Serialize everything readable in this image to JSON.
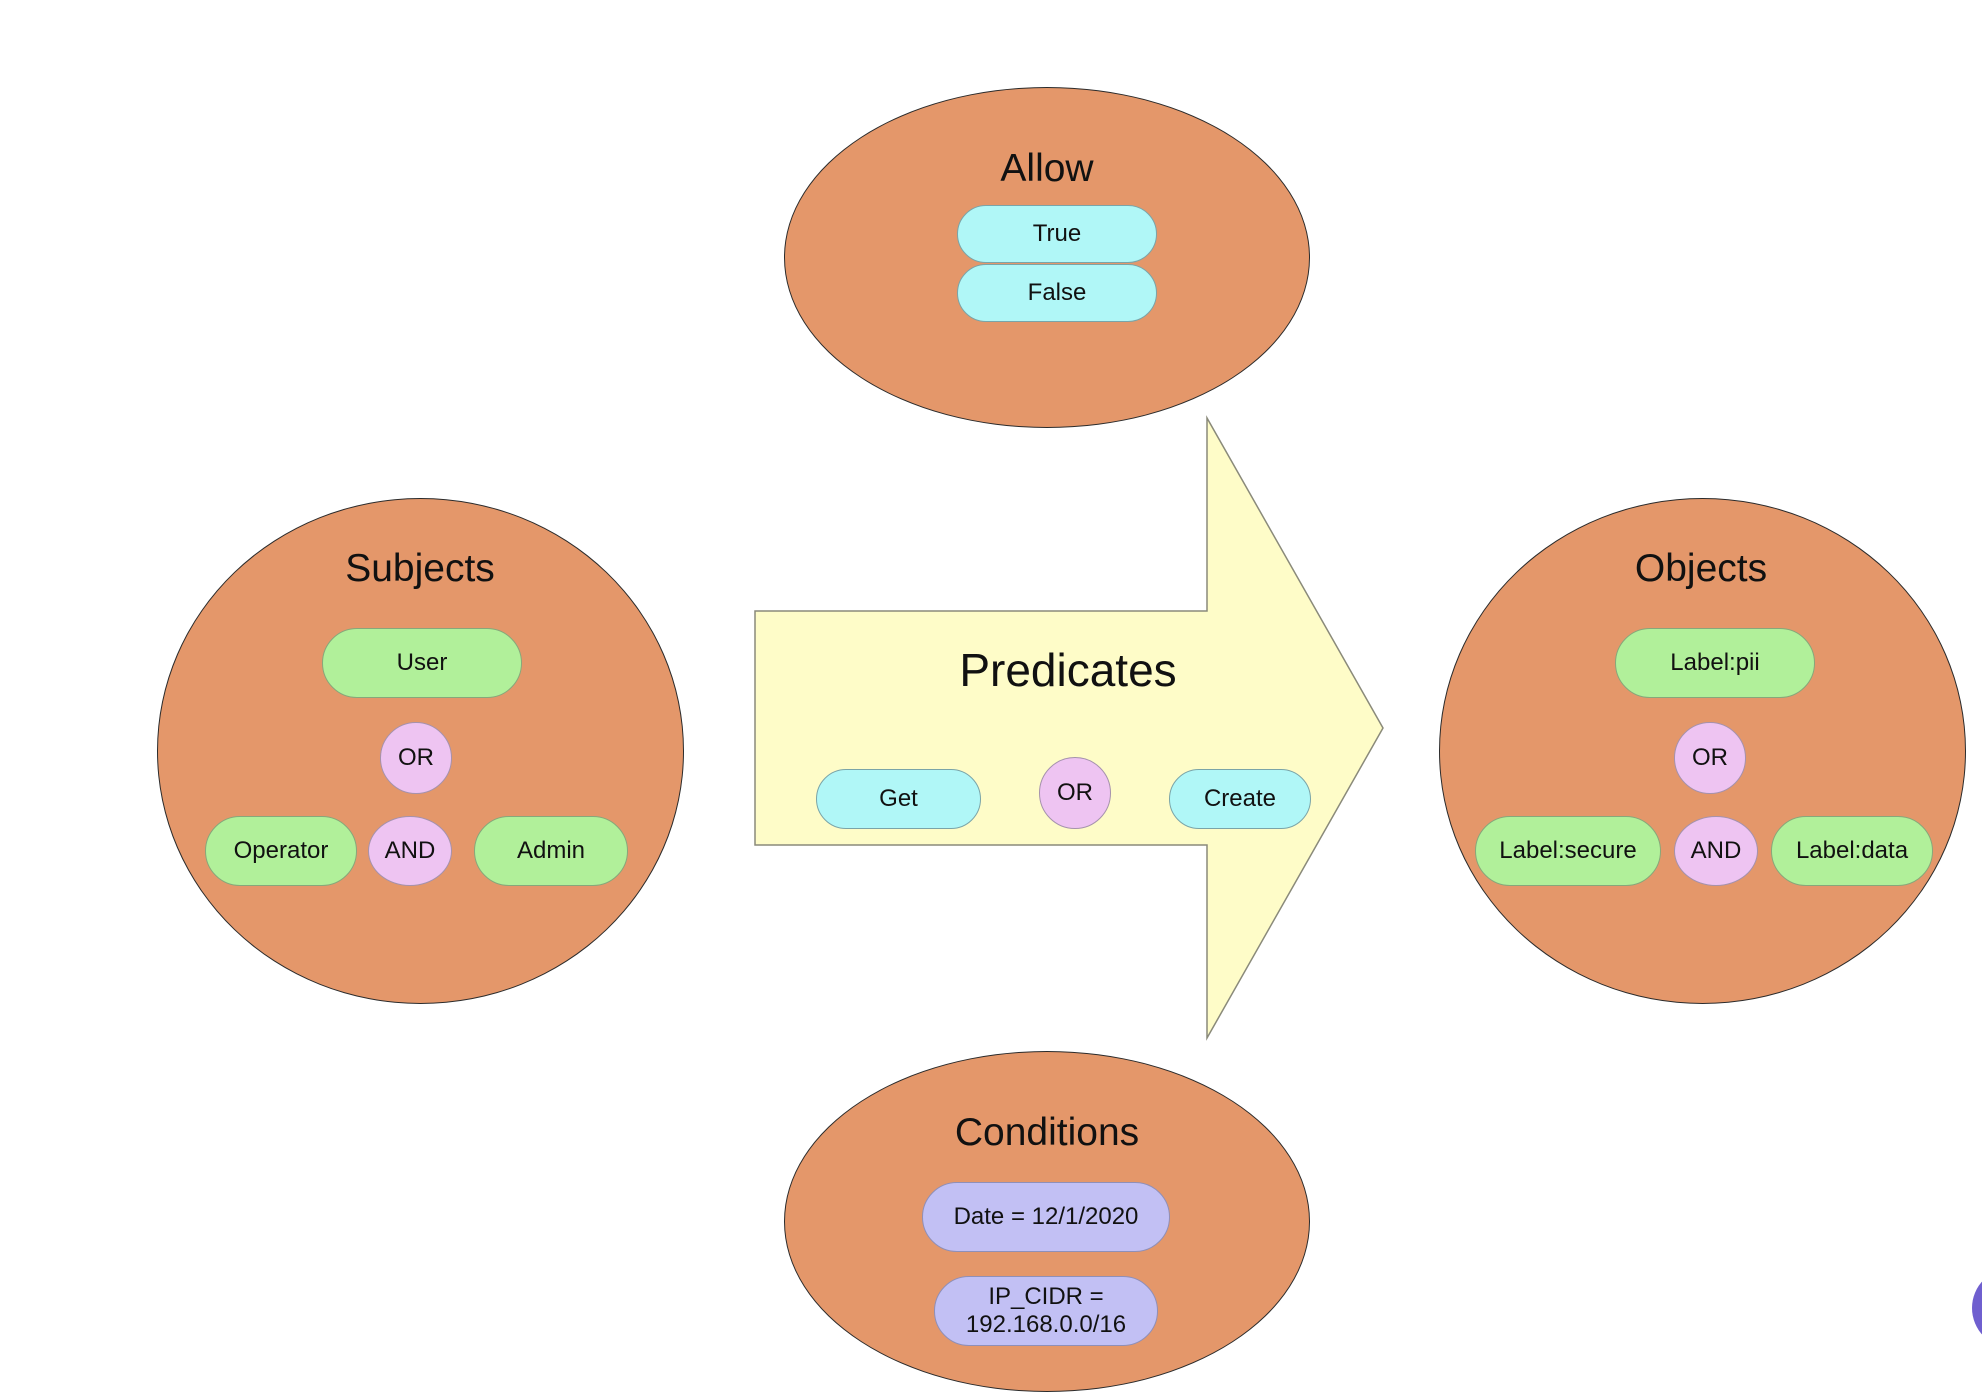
{
  "allow": {
    "title": "Allow",
    "values": [
      "True",
      "False"
    ]
  },
  "subjects": {
    "title": "Subjects",
    "top": "User",
    "or": "OR",
    "left": "Operator",
    "and": "AND",
    "right": "Admin"
  },
  "predicates": {
    "title": "Predicates",
    "left": "Get",
    "or": "OR",
    "right": "Create"
  },
  "objects": {
    "title": "Objects",
    "top": "Label:pii",
    "or": "OR",
    "left": "Label:secure",
    "and": "AND",
    "right": "Label:data"
  },
  "conditions": {
    "title": "Conditions",
    "date": "Date = 12/1/2020",
    "ip_line1": "IP_CIDR =",
    "ip_line2": "192.168.0.0/16"
  },
  "colors": {
    "blob": "#e4976a",
    "arrow": "#fefcc8",
    "green_pill": "#b1f09a",
    "cyan_pill": "#b0f7f7",
    "lavender_pill": "#c2c0f4",
    "operator_circle": "#eec4f2"
  }
}
